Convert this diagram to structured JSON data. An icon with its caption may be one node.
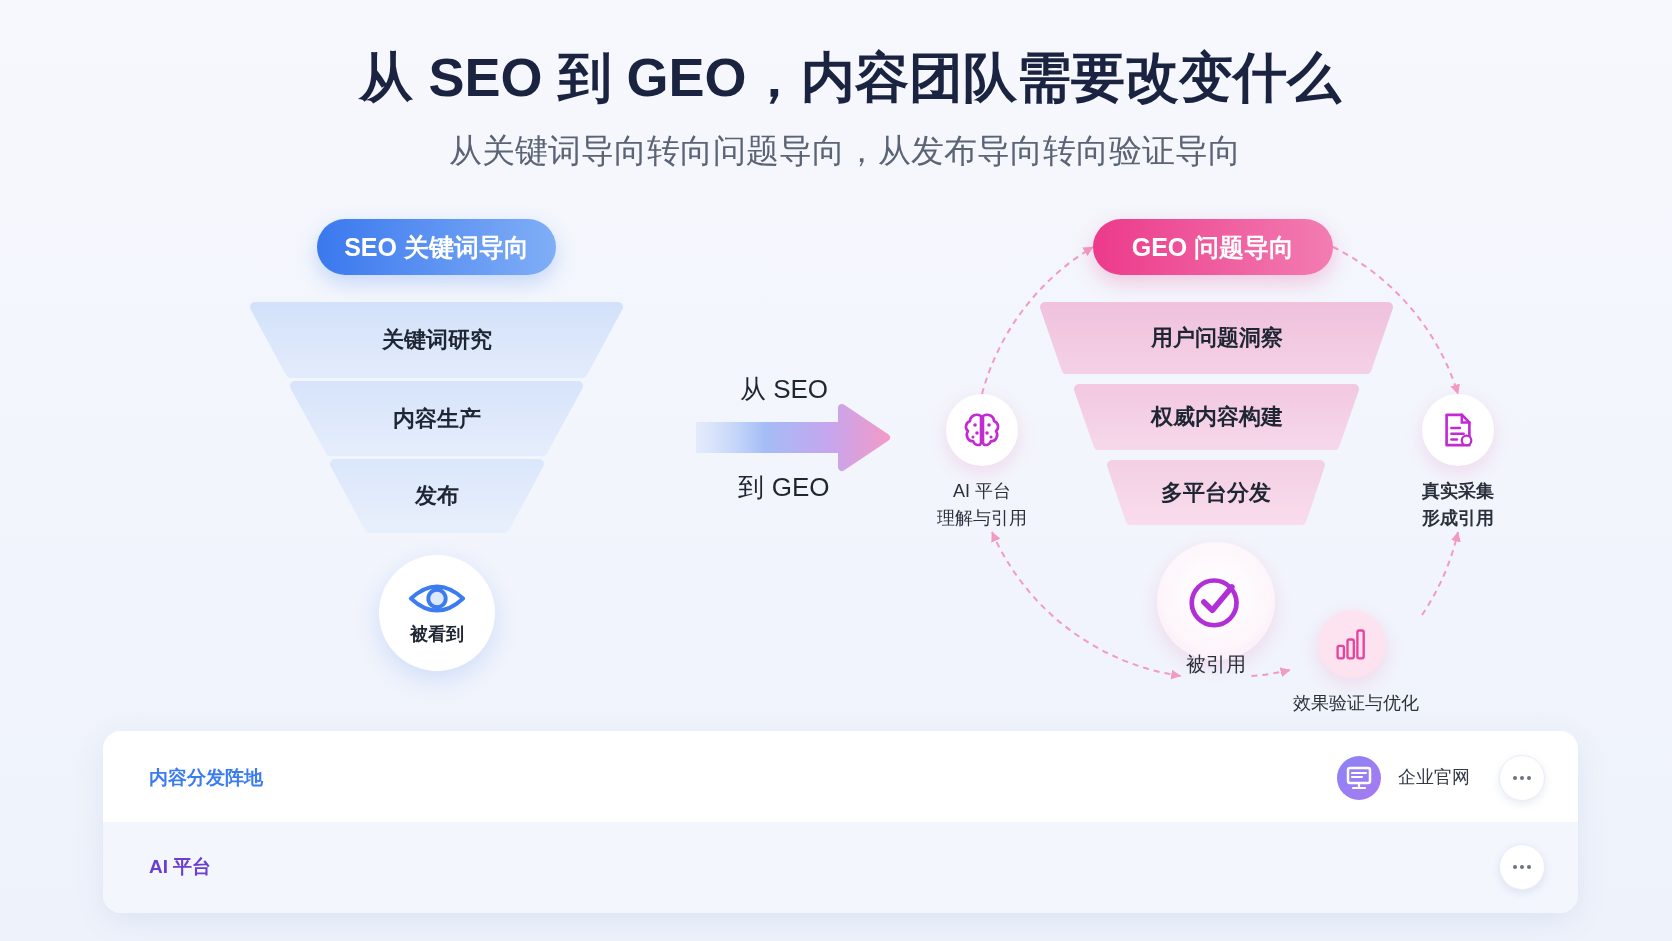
{
  "diagram": {
    "title": "从 SEO 到 GEO，内容团队需要改变什么",
    "nodes": [
      {
        "text": [
          "SEO 关键词导向"
        ]
      },
      {
        "text": [
          "关键词研究"
        ]
      },
      {
        "text": [
          "内容生产"
        ]
      },
      {
        "text": [
          "发布"
        ]
      },
      {
        "text": [
          "被看到"
        ]
      },
      {
        "text": [
          "GEO 问题导向"
        ]
      },
      {
        "text": [
          "用户问题洞察"
        ]
      },
      {
        "text": [
          "权威内容构建"
        ]
      },
      {
        "text": [
          "多平台分发"
        ]
      },
      {
        "text": [
          "AI 平台",
          "理解与引用"
        ]
      },
      {
        "text": [
          "真实采集形成引用"
        ]
      },
      {
        "text": [
          "被引用"
        ]
      },
      {
        "text": [
          "效果验证与优化"
        ]
      }
    ],
    "edges": [
      {
        "from": 9,
        "to": 5,
        "arrow": "to",
        "style": "dashed"
      },
      {
        "from": 5,
        "to": 10,
        "arrow": "to",
        "style": "dashed"
      },
      {
        "from": 12,
        "to": 10,
        "arrow": "to",
        "style": "dashed"
      },
      {
        "from": 11,
        "to": 12,
        "arrow": "to",
        "style": "dashed"
      },
      {
        "from": 9,
        "to": 11,
        "arrow": "both",
        "style": "dashed"
      }
    ],
    "labels": [
      "从关键词导向转向问题导向，从发布导向转向验证导向",
      "从 SEO",
      "到 GEO",
      "内容分发阵地",
      "企业官网",
      "AI 平台"
    ]
  }
}
